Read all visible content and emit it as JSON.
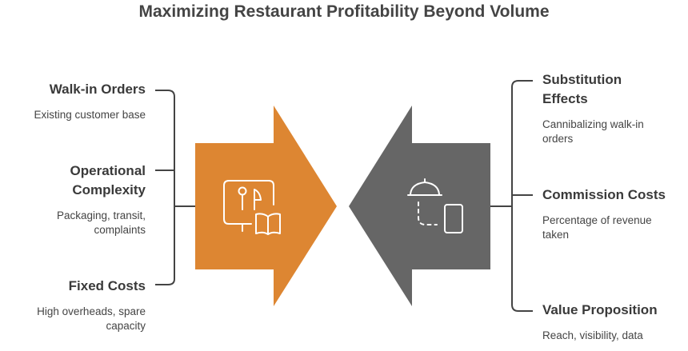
{
  "title": "Maximizing Restaurant Profitability Beyond Volume",
  "left": {
    "items": [
      {
        "heading": "Walk-in Orders",
        "description": "Existing customer base"
      },
      {
        "heading": "Operational Complexity",
        "description": "Packaging, transit, complaints"
      },
      {
        "heading": "Fixed Costs",
        "description": "High overheads, spare capacity"
      }
    ],
    "icon": "restaurant-menu-icon"
  },
  "right": {
    "items": [
      {
        "heading": "Substitution Effects",
        "description": "Cannibalizing walk-in orders"
      },
      {
        "heading": "Commission Costs",
        "description": "Percentage of revenue taken"
      },
      {
        "heading": "Value Proposition",
        "description": "Reach, visibility, data"
      }
    ],
    "icon": "food-delivery-app-icon"
  },
  "colors": {
    "left_arrow": "#DD8632",
    "right_arrow": "#666666",
    "lines": "#444444",
    "icons": "#ffffff"
  }
}
